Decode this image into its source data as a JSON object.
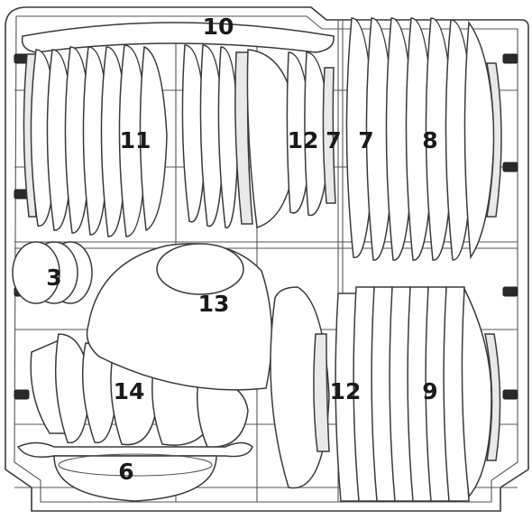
{
  "callouts": {
    "c3": "3",
    "c6": "6",
    "c7a": "7",
    "c7b": "7",
    "c8": "8",
    "c9": "9",
    "c10": "10",
    "c11": "11",
    "c12_top": "12",
    "c12_bottom": "12",
    "c13": "13",
    "c14": "14"
  }
}
